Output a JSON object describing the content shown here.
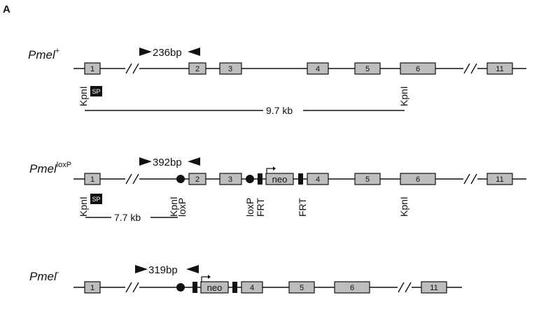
{
  "panel_label": "A",
  "wildtype": {
    "name": "Pmel",
    "sup": "+",
    "primer": "236bp",
    "exons": [
      "1",
      "2",
      "3",
      "4",
      "5",
      "6",
      "11"
    ],
    "signal_peptide": "SP",
    "kpn_left": "KpnI",
    "kpn_right": "KpnI",
    "distance": "9.7 kb"
  },
  "floxed": {
    "name": "Pmel",
    "sup": "loxP",
    "primer": "392bp",
    "exons": [
      "1",
      "2",
      "3",
      "4",
      "5",
      "6",
      "11"
    ],
    "signal_peptide": "SP",
    "kpn_1": "KpnI",
    "kpn_2": "KpnI",
    "loxp_1": "loxP",
    "loxp_2": "loxP",
    "frt_1": "FRT",
    "frt_2": "FRT",
    "kpn_3": "KpnI",
    "neo": "neo",
    "distance": "7.7 kb"
  },
  "knockout": {
    "name": "Pmel",
    "sup": "-",
    "primer": "319bp",
    "exons": [
      "1",
      "4",
      "5",
      "6",
      "11"
    ],
    "neo": "neo"
  }
}
